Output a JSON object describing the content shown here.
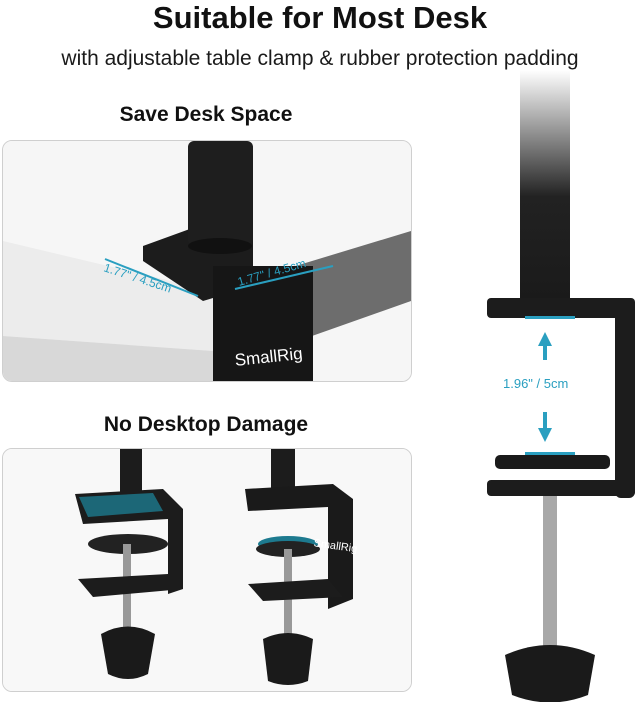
{
  "header": {
    "title": "Suitable for Most Desk",
    "subtitle": "with adjustable table clamp & rubber protection padding"
  },
  "sections": [
    {
      "heading": "Save Desk Space",
      "dimension_depth": "1.77\" / 4.5cm",
      "dimension_width": "1.77\" / 4.5cm",
      "logo": "SmallRig"
    },
    {
      "heading": "No Desktop Damage",
      "logo": "SmallRig"
    }
  ],
  "clamp_opening": {
    "label": "1.96\" / 5cm"
  },
  "colors": {
    "accent": "#2a9fc0",
    "clamp": "#1c1c1c",
    "desk": "#e8e8e8"
  }
}
